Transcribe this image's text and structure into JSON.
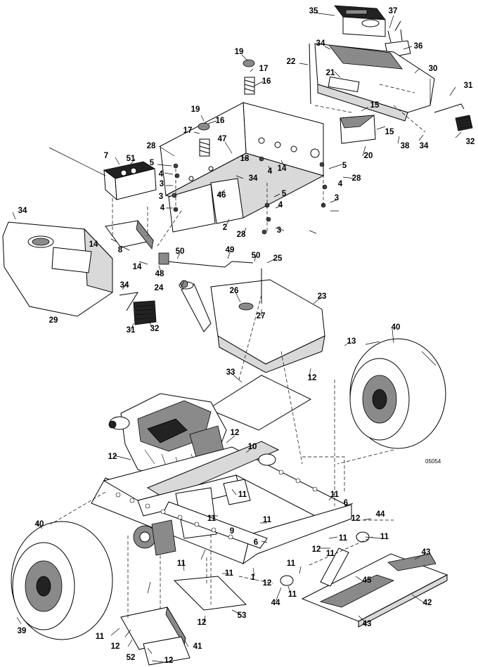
{
  "figure_code": "05054",
  "callouts": [
    {
      "id": "c35",
      "text": "35"
    },
    {
      "id": "c37",
      "text": "37"
    },
    {
      "id": "c34a",
      "text": "34"
    },
    {
      "id": "c36",
      "text": "36"
    },
    {
      "id": "c19a",
      "text": "19"
    },
    {
      "id": "c17a",
      "text": "17"
    },
    {
      "id": "c22",
      "text": "22"
    },
    {
      "id": "c21",
      "text": "21"
    },
    {
      "id": "c30",
      "text": "30"
    },
    {
      "id": "c16a",
      "text": "16"
    },
    {
      "id": "c31a",
      "text": "31"
    },
    {
      "id": "c15a",
      "text": "15"
    },
    {
      "id": "c19b",
      "text": "19"
    },
    {
      "id": "c16b",
      "text": "16"
    },
    {
      "id": "c17b",
      "text": "17"
    },
    {
      "id": "c15b",
      "text": "15"
    },
    {
      "id": "c38",
      "text": "38"
    },
    {
      "id": "c34b",
      "text": "34"
    },
    {
      "id": "c32a",
      "text": "32"
    },
    {
      "id": "c28a",
      "text": "28"
    },
    {
      "id": "c47",
      "text": "47"
    },
    {
      "id": "c20",
      "text": "20"
    },
    {
      "id": "c7",
      "text": "7"
    },
    {
      "id": "c51",
      "text": "51"
    },
    {
      "id": "c18",
      "text": "18"
    },
    {
      "id": "c14a",
      "text": "14"
    },
    {
      "id": "c5a",
      "text": "5"
    },
    {
      "id": "c4a",
      "text": "4"
    },
    {
      "id": "c5b",
      "text": "5"
    },
    {
      "id": "c28b",
      "text": "28"
    },
    {
      "id": "c4b",
      "text": "4"
    },
    {
      "id": "c34c",
      "text": "34"
    },
    {
      "id": "c3a",
      "text": "3"
    },
    {
      "id": "c46",
      "text": "46"
    },
    {
      "id": "c4c",
      "text": "4"
    },
    {
      "id": "c3b",
      "text": "3"
    },
    {
      "id": "c5c",
      "text": "5"
    },
    {
      "id": "c3c",
      "text": "3"
    },
    {
      "id": "c34d",
      "text": "34"
    },
    {
      "id": "c4d",
      "text": "4"
    },
    {
      "id": "c4e",
      "text": "4"
    },
    {
      "id": "c2",
      "text": "2"
    },
    {
      "id": "c28c",
      "text": "28"
    },
    {
      "id": "c3d",
      "text": "3"
    },
    {
      "id": "c14b",
      "text": "14"
    },
    {
      "id": "c8",
      "text": "8"
    },
    {
      "id": "c14c",
      "text": "14"
    },
    {
      "id": "c50a",
      "text": "50"
    },
    {
      "id": "c49",
      "text": "49"
    },
    {
      "id": "c50b",
      "text": "50"
    },
    {
      "id": "c25",
      "text": "25"
    },
    {
      "id": "c48",
      "text": "48"
    },
    {
      "id": "c34e",
      "text": "34"
    },
    {
      "id": "c24",
      "text": "24"
    },
    {
      "id": "c26",
      "text": "26"
    },
    {
      "id": "c23",
      "text": "23"
    },
    {
      "id": "c29",
      "text": "29"
    },
    {
      "id": "c27",
      "text": "27"
    },
    {
      "id": "c31b",
      "text": "31"
    },
    {
      "id": "c32b",
      "text": "32"
    },
    {
      "id": "c40a",
      "text": "40"
    },
    {
      "id": "c13",
      "text": "13"
    },
    {
      "id": "c12a",
      "text": "12"
    },
    {
      "id": "c33",
      "text": "33"
    },
    {
      "id": "c12b",
      "text": "12"
    },
    {
      "id": "c10",
      "text": "10"
    },
    {
      "id": "c12c",
      "text": "12"
    },
    {
      "id": "c11a",
      "text": "11"
    },
    {
      "id": "c11b",
      "text": "11"
    },
    {
      "id": "c6a",
      "text": "6"
    },
    {
      "id": "c12d",
      "text": "12"
    },
    {
      "id": "c44a",
      "text": "44"
    },
    {
      "id": "c11c",
      "text": "11"
    },
    {
      "id": "c9",
      "text": "9"
    },
    {
      "id": "c11d",
      "text": "11"
    },
    {
      "id": "c40b",
      "text": "40"
    },
    {
      "id": "c6b",
      "text": "6"
    },
    {
      "id": "c11e",
      "text": "11"
    },
    {
      "id": "c11f",
      "text": "11"
    },
    {
      "id": "c12e",
      "text": "12"
    },
    {
      "id": "c11g",
      "text": "11"
    },
    {
      "id": "c43a",
      "text": "43"
    },
    {
      "id": "c11h",
      "text": "11"
    },
    {
      "id": "c45",
      "text": "45"
    },
    {
      "id": "c11i",
      "text": "11"
    },
    {
      "id": "c11j",
      "text": "11"
    },
    {
      "id": "c1",
      "text": "1"
    },
    {
      "id": "c12f",
      "text": "12"
    },
    {
      "id": "c11k",
      "text": "11"
    },
    {
      "id": "c42",
      "text": "42"
    },
    {
      "id": "c44b",
      "text": "44"
    },
    {
      "id": "c12g",
      "text": "12"
    },
    {
      "id": "c53",
      "text": "53"
    },
    {
      "id": "c43b",
      "text": "43"
    },
    {
      "id": "c39",
      "text": "39"
    },
    {
      "id": "c11l",
      "text": "11"
    },
    {
      "id": "c12h",
      "text": "12"
    },
    {
      "id": "c41",
      "text": "41"
    },
    {
      "id": "c52",
      "text": "52"
    },
    {
      "id": "c12i",
      "text": "12"
    }
  ]
}
